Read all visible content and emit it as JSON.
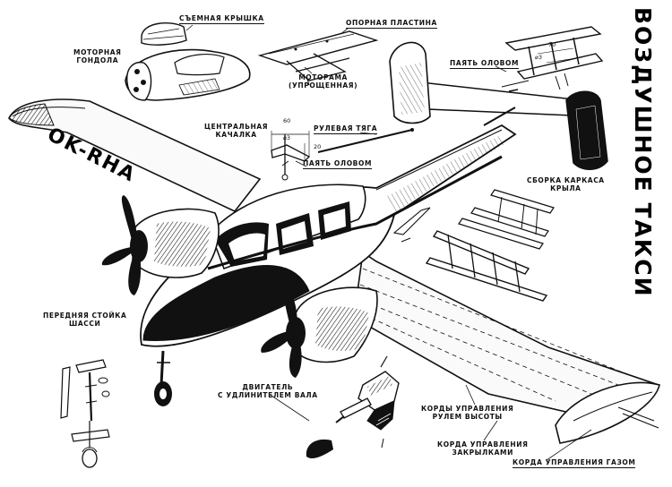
{
  "title": "ВОЗДУШНОЕ ТАКСИ",
  "registration": "OK-RHA",
  "labels": {
    "removable_cover": "СЪЕМНАЯ КРЫШКА",
    "engine_nacelle": "МОТОРНАЯ\nГОНДОЛА",
    "support_plate": "ОПОРНАЯ ПЛАСТИНА",
    "engine_mount": "МОТОРАМА\n(УПРОЩЕННАЯ)",
    "solder_tin_top": "ПАЯТЬ ОЛОВОМ",
    "center_bellcrank": "ЦЕНТРАЛЬНАЯ\nКАЧАЛКА",
    "rudder_rod": "РУЛЕВАЯ ТЯГА",
    "solder_tin_mid": "ПАЯТЬ ОЛОВОМ",
    "wing_frame_assembly": "СБОРКА КАРКАСА\nКРЫЛА",
    "front_gear_leg": "ПЕРЕДНЯЯ СТОЙКА\nШАССИ",
    "engine_shaft_extender": "ДВИГАТЕЛЬ\nС УДЛИНИТЕЛЕМ ВАЛА",
    "elevator_control_lines": "КОРДЫ УПРАВЛЕНИЯ\nРУЛЕМ ВЫСОТЫ",
    "flap_control_line": "КОРДА УПРАВЛЕНИЯ\nЗАКРЫЛКАМИ",
    "throttle_control_line": "КОРДА УПРАВЛЕНИЯ ГАЗОМ"
  },
  "dimensions": {
    "bellcrank_width": "60",
    "bellcrank_diameter": "⌀3",
    "bellcrank_height": "20",
    "plate_width": "70",
    "plate_diameter": "⌀3"
  }
}
